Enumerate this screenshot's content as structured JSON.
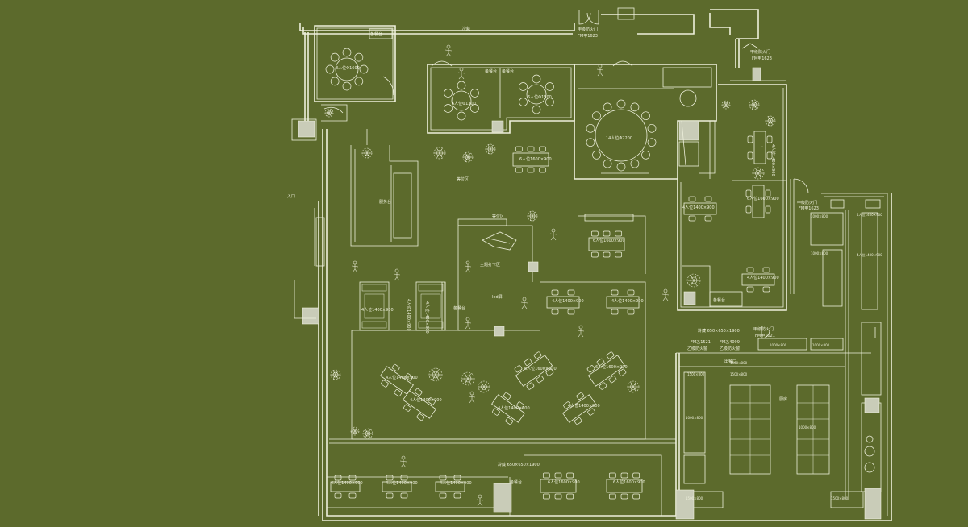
{
  "colors": {
    "background": "#5c6a2c",
    "line": "#eef0dc",
    "column": "#c9ccb8"
  },
  "labels": {
    "entrance": "入口",
    "cold_storage_top": "冷藏",
    "cold_storage_mid": "冷藏 650×650×1900",
    "cold_storage_bottom": "冷藏 650×650×1900",
    "fire_door_a1": "甲级防火门",
    "fire_door_a1_code": "FM甲1623",
    "fire_door_a2": "甲级防火门",
    "fire_door_a2_code": "FM甲1623",
    "fire_door_a3": "甲级防火门",
    "fire_door_a3_code": "FM甲1623",
    "fire_door_a4": "甲级防火门",
    "fire_door_a4_code": "FM甲1021",
    "fire_door_b1_code": "FM乙1521",
    "fire_door_b1": "乙级防火窗",
    "fire_door_b2_code": "FM乙4099",
    "fire_door_b2": "乙级防火窗",
    "outgoing": "出餐口",
    "kitchen": "厨房",
    "service_station": "服务台",
    "waiting_area_1": "等位区",
    "waiting_area_2": "等位区",
    "photo_spot": "主题打卡区",
    "led_screen": "led屏",
    "pantry_1": "备餐台",
    "pantry_2": "备餐台",
    "pantry_3": "备餐台",
    "pantry_4": "备餐台",
    "pantry_5": "备餐台",
    "pantry_6": "备餐台"
  },
  "tables": {
    "r8_1600": "8人位Φ1600",
    "r6_1300a": "6人位Φ1300",
    "r6_1300b": "6人位Φ1300",
    "r14_2200": "14人位Φ2200",
    "t6_1600x900_a": "6人位1600×900",
    "t6_1600x900_b": "6人位1600×900",
    "t6_1600x900_c": "6人位1600×900",
    "t6_1600x900_d": "6人位1600×900",
    "t6_1600x900_e": "6人位1600×900",
    "t6_1600x900_f": "6人位1600×900",
    "t6_1600x900_g": "6人位1600×900",
    "t4_1400x900_a": "4人位1400×900",
    "t4_1400x900_b": "4人位1400×900",
    "t4_1400x900_c": "4人位1400×900",
    "t4_1400x900_d": "4人位1400×900",
    "t4_1400x900_e": "4人位1400×900",
    "t4_1400x900_f": "4人位1400×900",
    "t4_1400x900_g": "4人位1400×900",
    "t4_1400x900_h": "4人位1400×900",
    "t4_1400x900_i": "4人位1400×900",
    "t4_1400x900_j": "4人位1400×900",
    "t4_1400x900_k": "4人位1400×900",
    "t4_1400x900_l": "4人位1400×900",
    "t4_1400x900_m": "4人位1400×900",
    "t4_1400x900_n": "4人位1400×900",
    "t4_1400x900_o": "4人位1400×900",
    "t4_1400x900_p": "4人位1400×900",
    "t4_1400x900_q": "4人位1400×900"
  },
  "kitchen_equipment": {
    "eq_1": "1500×800",
    "eq_2": "1500×800",
    "eq_3": "1500×800",
    "eq_4": "1000×800",
    "eq_5": "1000×800",
    "eq_6": "1000×800",
    "eq_7": "1000×800",
    "eq_8": "1000×800",
    "eq_9": "1000×800",
    "eq_10": "1500×800",
    "eq_11": "1500×800"
  }
}
